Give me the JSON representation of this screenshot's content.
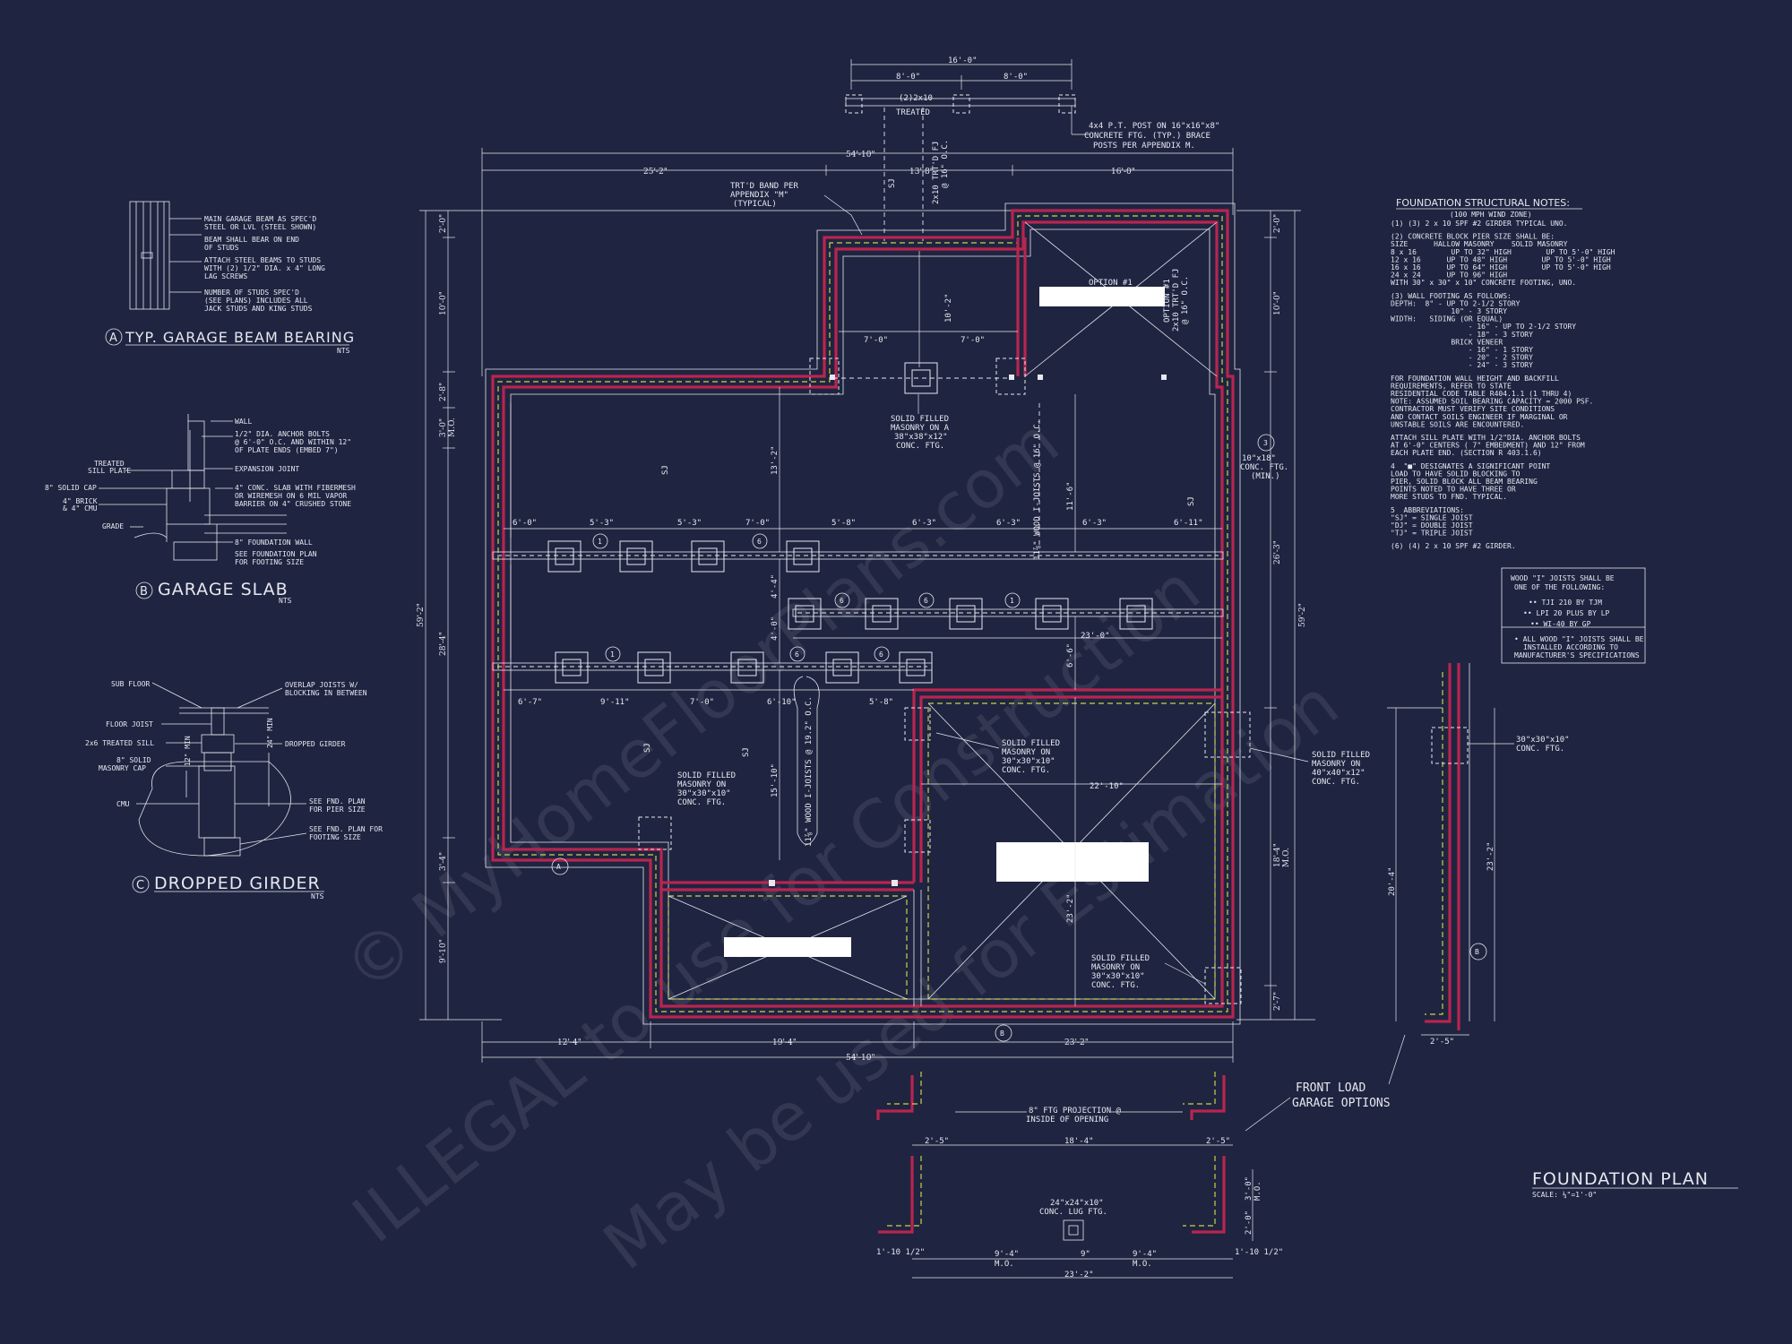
{
  "title": "FOUNDATION PLAN",
  "scale": "SCALE: ¼\"=1'-0\"",
  "watermark": {
    "line1": "© MyHomeFloorPlans.com",
    "line2": "ILLEGAL to use for Construction",
    "line3": "May be used for Estimation"
  },
  "details": {
    "a": {
      "marker": "A",
      "title": "TYP. GARAGE BEAM BEARING",
      "nts": "NTS",
      "notes": [
        "MAIN GARAGE BEAM AS SPEC'D",
        "STEEL OR LVL (STEEL SHOWN)",
        "BEAM SHALL BEAR ON END",
        "OF STUDS",
        "ATTACH STEEL BEAMS TO STUDS",
        "WITH (2) 1/2\" DIA. x 4\" LONG",
        "LAG SCREWS",
        "NUMBER OF STUDS SPEC'D",
        "(SEE PLANS) INCLUDES ALL",
        "JACK STUDS AND KING STUDS"
      ]
    },
    "b": {
      "marker": "B",
      "title": "GARAGE SLAB",
      "nts": "NTS",
      "notes": [
        "WALL",
        "1/2\" DIA. ANCHOR BOLTS",
        "@ 6'-0\" O.C. AND WITHIN 12\"",
        "OF PLATE ENDS (EMBED 7\")",
        "EXPANSION JOINT",
        "4\" CONC. SLAB WITH FIBERMESH",
        "OR WIREMESH ON 6 MIL VAPOR",
        "BARRIER ON 4\" CRUSHED STONE",
        "8\" FOUNDATION WALL",
        "SEE FOUNDATION PLAN",
        "FOR FOOTING SIZE"
      ],
      "left_notes": [
        "TREATED",
        "SILL PLATE",
        "8\" SOLID CAP",
        "4\" BRICK",
        "& 4\" CMU",
        "GRADE"
      ]
    },
    "c": {
      "marker": "C",
      "title": "DROPPED GIRDER",
      "nts": "NTS",
      "notes": [
        "SUB FLOOR",
        "OVERLAP JOISTS W/",
        "BLOCKING IN BETWEEN",
        "FLOOR JOIST",
        "2x6 TREATED SILL",
        "DROPPED GIRDER",
        "8\" SOLID",
        "MASONRY CAP",
        "CMU",
        "SEE FND. PLAN",
        "FOR PIER SIZE",
        "SEE FND. PLAN FOR",
        "FOOTING SIZE",
        "24\" MIN",
        "12\" MIN"
      ]
    }
  },
  "notes": {
    "heading": "FOUNDATION STRUCTURAL NOTES:",
    "subheading": "(100 MPH WIND ZONE)",
    "lines": [
      "(1) (3) 2 x 10 SPF #2 GIRDER TYPICAL UNO.",
      "(2) CONCRETE BLOCK PIER SIZE SHALL BE:",
      "SIZE      HALLOW MASONRY    SOLID MASONRY",
      "8 x 16        UP TO 32\" HIGH        UP TO 5'-0\" HIGH",
      "12 x 16      UP TO 48\" HIGH        UP TO 5'-0\" HIGH",
      "16 x 16      UP TO 64\" HIGH        UP TO 5'-0\" HIGH",
      "24 x 24      UP TO 96\" HIGH",
      "WITH 30\" x 30\" x 10\" CONCRETE FOOTING, UNO.",
      "(3) WALL FOOTING AS FOLLOWS:",
      "DEPTH:  8\" - UP TO 2-1/2 STORY",
      "              10\" - 3 STORY",
      "WIDTH:   SIDING (OR EQUAL)",
      "                  - 16\" - UP TO 2-1/2 STORY",
      "                  - 18\" - 3 STORY",
      "              BRICK VENEER",
      "                  - 16\" - 1 STORY",
      "                  - 20\" - 2 STORY",
      "                  - 24\" - 3 STORY",
      "FOR FOUNDATION WALL HEIGHT AND BACKFILL",
      "REQUIREMENTS, REFER TO STATE",
      "RESIDENTIAL CODE TABLE R404.1.1 (1 THRU 4)",
      "NOTE: ASSUMED SOIL BEARING CAPACITY = 2000 PSF.",
      "CONTRACTOR MUST VERIFY SITE CONDITIONS",
      "AND CONTACT SOILS ENGINEER IF MARGINAL OR",
      "UNSTABLE SOILS ARE ENCOUNTERED.",
      "ATTACH SILL PLATE WITH 1/2\"DIA. ANCHOR BOLTS",
      "AT 6'-0\" CENTERS ( 7\" EMBEDMENT) AND 12\" FROM",
      "EACH PLATE END. (SECTION R 403.1.6)",
      "4  \"■\" DESIGNATES A SIGNIFICANT POINT",
      "LOAD TO HAVE SOLID BLOCKING TO",
      "PIER, SOLID BLOCK ALL BEAM BEARING",
      "POINTS NOTED TO HAVE THREE OR",
      "MORE STUDS TO FND. TYPICAL.",
      "5  ABBREVIATIONS:",
      "\"SJ\" = SINGLE JOIST",
      "\"DJ\" = DOUBLE JOIST",
      "\"TJ\" = TRIPLE JOIST",
      "(6) (4) 2 x 10 SPF #2 GIRDER."
    ],
    "joist_box": [
      "WOOD \"I\" JOISTS SHALL BE",
      "ONE OF THE FOLLOWING:",
      "•• TJI 210 BY TJM",
      "•• LPI 20 PLUS BY LP",
      "•• WI-40 BY GP",
      "• ALL WOOD \"I\" JOISTS SHALL BE",
      "INSTALLED ACCORDING TO",
      "MANUFACTURER'S SPECIFICATIONS"
    ]
  },
  "plan_callouts": {
    "deck_posts": [
      "4x4 P.T. POST ON 16\"x16\"x8\"",
      "CONCRETE FTG. (TYP.) BRACE",
      "POSTS PER APPENDIX M."
    ],
    "deck_beam": [
      "(2)2x10",
      "TREATED"
    ],
    "band": [
      "TRT'D BAND PER",
      "APPENDIX \"M\"",
      "(TYPICAL)"
    ],
    "option": "OPTION #1",
    "option_joist": [
      "OPTION #1",
      "2x10 TRT'D FJ",
      "@ 16\" O.C."
    ],
    "deck_joist": [
      "2x10 TRT'D FJ",
      "@ 16\" O.C."
    ],
    "pier_38": [
      "SOLID FILLED",
      "MASONRY ON A",
      "38\"x38\"x12\"",
      "CONC. FTG."
    ],
    "ftg_10x18": [
      "10\"x18\"",
      "CONC. FTG.",
      "(MIN.)"
    ],
    "joists_main": "11⅞\" WOOD I-JOISTS @ 16\" O.C.",
    "joists_lower": "11⅞\" WOOD I-JOISTS @ 19.2\" O.C.",
    "pier_30a": [
      "SOLID FILLED",
      "MASONRY ON",
      "30\"x30\"x10\"",
      "CONC. FTG."
    ],
    "pier_30b": [
      "SOLID FILLED",
      "MASONRY ON",
      "30\"x30\"x10\"",
      "CONC. FTG."
    ],
    "pier_30c": [
      "SOLID FILLED",
      "MASONRY ON",
      "30\"x30\"x10\"",
      "CONC. FTG."
    ],
    "pier_40": [
      "SOLID FILLED",
      "MASONRY ON",
      "40\"x40\"x12\"",
      "CONC. FTG."
    ],
    "garage_options": [
      "FRONT LOAD",
      "GARAGE OPTIONS"
    ],
    "ftg_projection": [
      "8\" FTG PROJECTION @",
      "INSIDE OF OPENING"
    ],
    "lug_ftg": [
      "24\"x24\"x10\"",
      "CONC. LUG FTG."
    ],
    "side_ftg": [
      "30\"x30\"x10\"",
      "CONC. FTG."
    ],
    "sj": "SJ",
    "mo": "M.O."
  },
  "dims": {
    "deck_total": "16'-0\"",
    "deck_half_a": "8'-0\"",
    "deck_half_b": "8'-0\"",
    "top_total": "54'-10\"",
    "top_left": "25'-2\"",
    "top_mid": "13'-8\"",
    "top_right": "16'-0\"",
    "bottom_total": "54'-10\"",
    "bottom_a": "12'-4\"",
    "bottom_b": "19'-4\"",
    "bottom_c": "23'-2\"",
    "left_total": "59'-2\"",
    "left_a": "2'-0\"",
    "left_b": "10'-0\"",
    "left_c": "2'-8\"",
    "left_d": "3'-0\"",
    "left_e": "28'-4\"",
    "left_f": "3'-4\"",
    "left_g": "9'-10\"",
    "right_total": "59'-2\"",
    "right_a": "2'-0\"",
    "right_b": "10'-0\"",
    "right_c": "26'-3\"",
    "right_d": "18'-4\"",
    "right_e": "2'-7\"",
    "bay_a": "7'-0\"",
    "bay_b": "7'-0\"",
    "bay_c": "10'-2\"",
    "bay_d": "10'-0\"",
    "vert_a": "13'-2\"",
    "vert_b": "11'-6\"",
    "vert_c": "4'-4\"",
    "vert_d": "4'-0\"",
    "vert_e": "6'-6\"",
    "vert_f": "15'-10\"",
    "vert_g": "23'-2\"",
    "row1": [
      "6'-0\"",
      "5'-3\"",
      "5'-3\"",
      "7'-0\"",
      "5'-8\"",
      "6'-3\"",
      "6'-3\"",
      "6'-3\"",
      "6'-11\""
    ],
    "row2": "23'-0\"",
    "row3": [
      "6'-7\"",
      "9'-11\"",
      "7'-0\"",
      "6'-10\"",
      "5'-8\""
    ],
    "garage_w": "22'-10\"",
    "fl_a": "2'-5\"",
    "fl_b": "18'-4\"",
    "fl_c": "2'-5\"",
    "fl_d": "9'-4\"",
    "fl_e": "9\"",
    "fl_f": "9'-4\"",
    "fl_g": "23'-2\"",
    "fl_h": "1'-10 1/2\"",
    "fl_i": "1'-10 1/2\"",
    "fl_j": "3'-0\"",
    "fl_k": "2'-0\"",
    "side_a": "20'-4\"",
    "side_b": "23'-2\"",
    "side_c": "2'-5\""
  },
  "markers": {
    "a": "A",
    "b": "B",
    "b2": "B",
    "three": "3",
    "p1": "1",
    "p6": "6"
  }
}
